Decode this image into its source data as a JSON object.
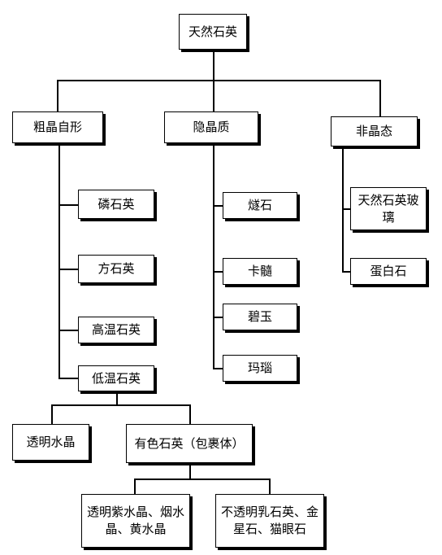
{
  "nodes": {
    "root": "天然石英",
    "crystalline": "粗晶自形",
    "cryptocrystalline": "隐晶质",
    "amorphous": "非晶态",
    "phosphorite_quartz": "磷石英",
    "cristobalite": "方石英",
    "high_temp_quartz": "高温石英",
    "low_temp_quartz": "低温石英",
    "flint": "燧石",
    "chalcedony": "卡髓",
    "jasper": "碧玉",
    "agate": "玛瑙",
    "natural_quartz_glass": "天然石英玻璃",
    "opal": "蛋白石",
    "clear_crystal": "透明水晶",
    "colored_quartz": "有色石英（包裹体）",
    "transparent_varieties": "透明紫水晶、烟水晶、黄水晶",
    "opaque_varieties": "不透明乳石英、金星石、猫眼石"
  }
}
